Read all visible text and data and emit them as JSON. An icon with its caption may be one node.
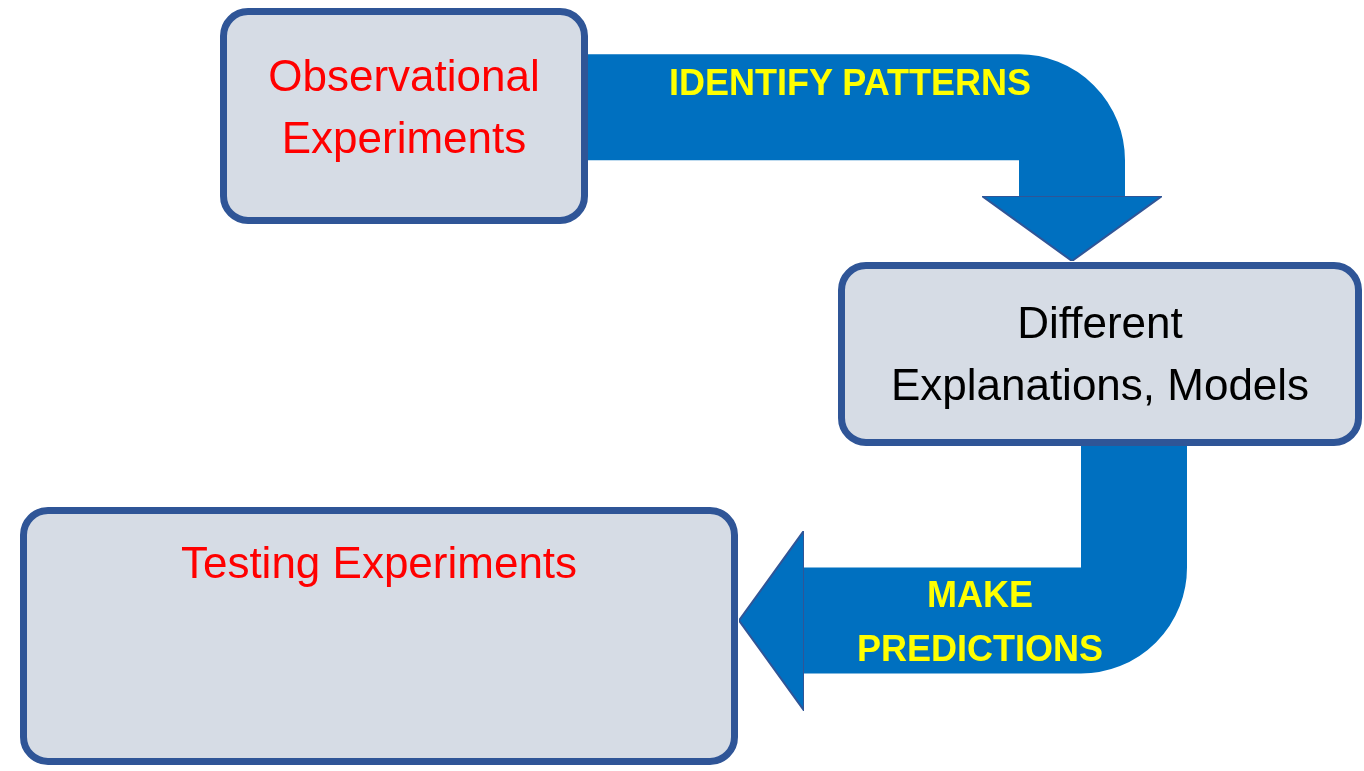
{
  "diagram": {
    "nodes": [
      {
        "text": [
          "Observational Experiments"
        ]
      },
      {
        "text": [
          "Different Explanations, Models"
        ]
      },
      {
        "text": [
          "Testing Experiments"
        ]
      }
    ],
    "edges": [
      {
        "from": 0,
        "to": 1,
        "arrow": "to",
        "label": "IDENTIFY PATTERNS"
      },
      {
        "from": 1,
        "to": 2,
        "arrow": "to",
        "label": "MAKE PREDICTIONS"
      }
    ]
  }
}
